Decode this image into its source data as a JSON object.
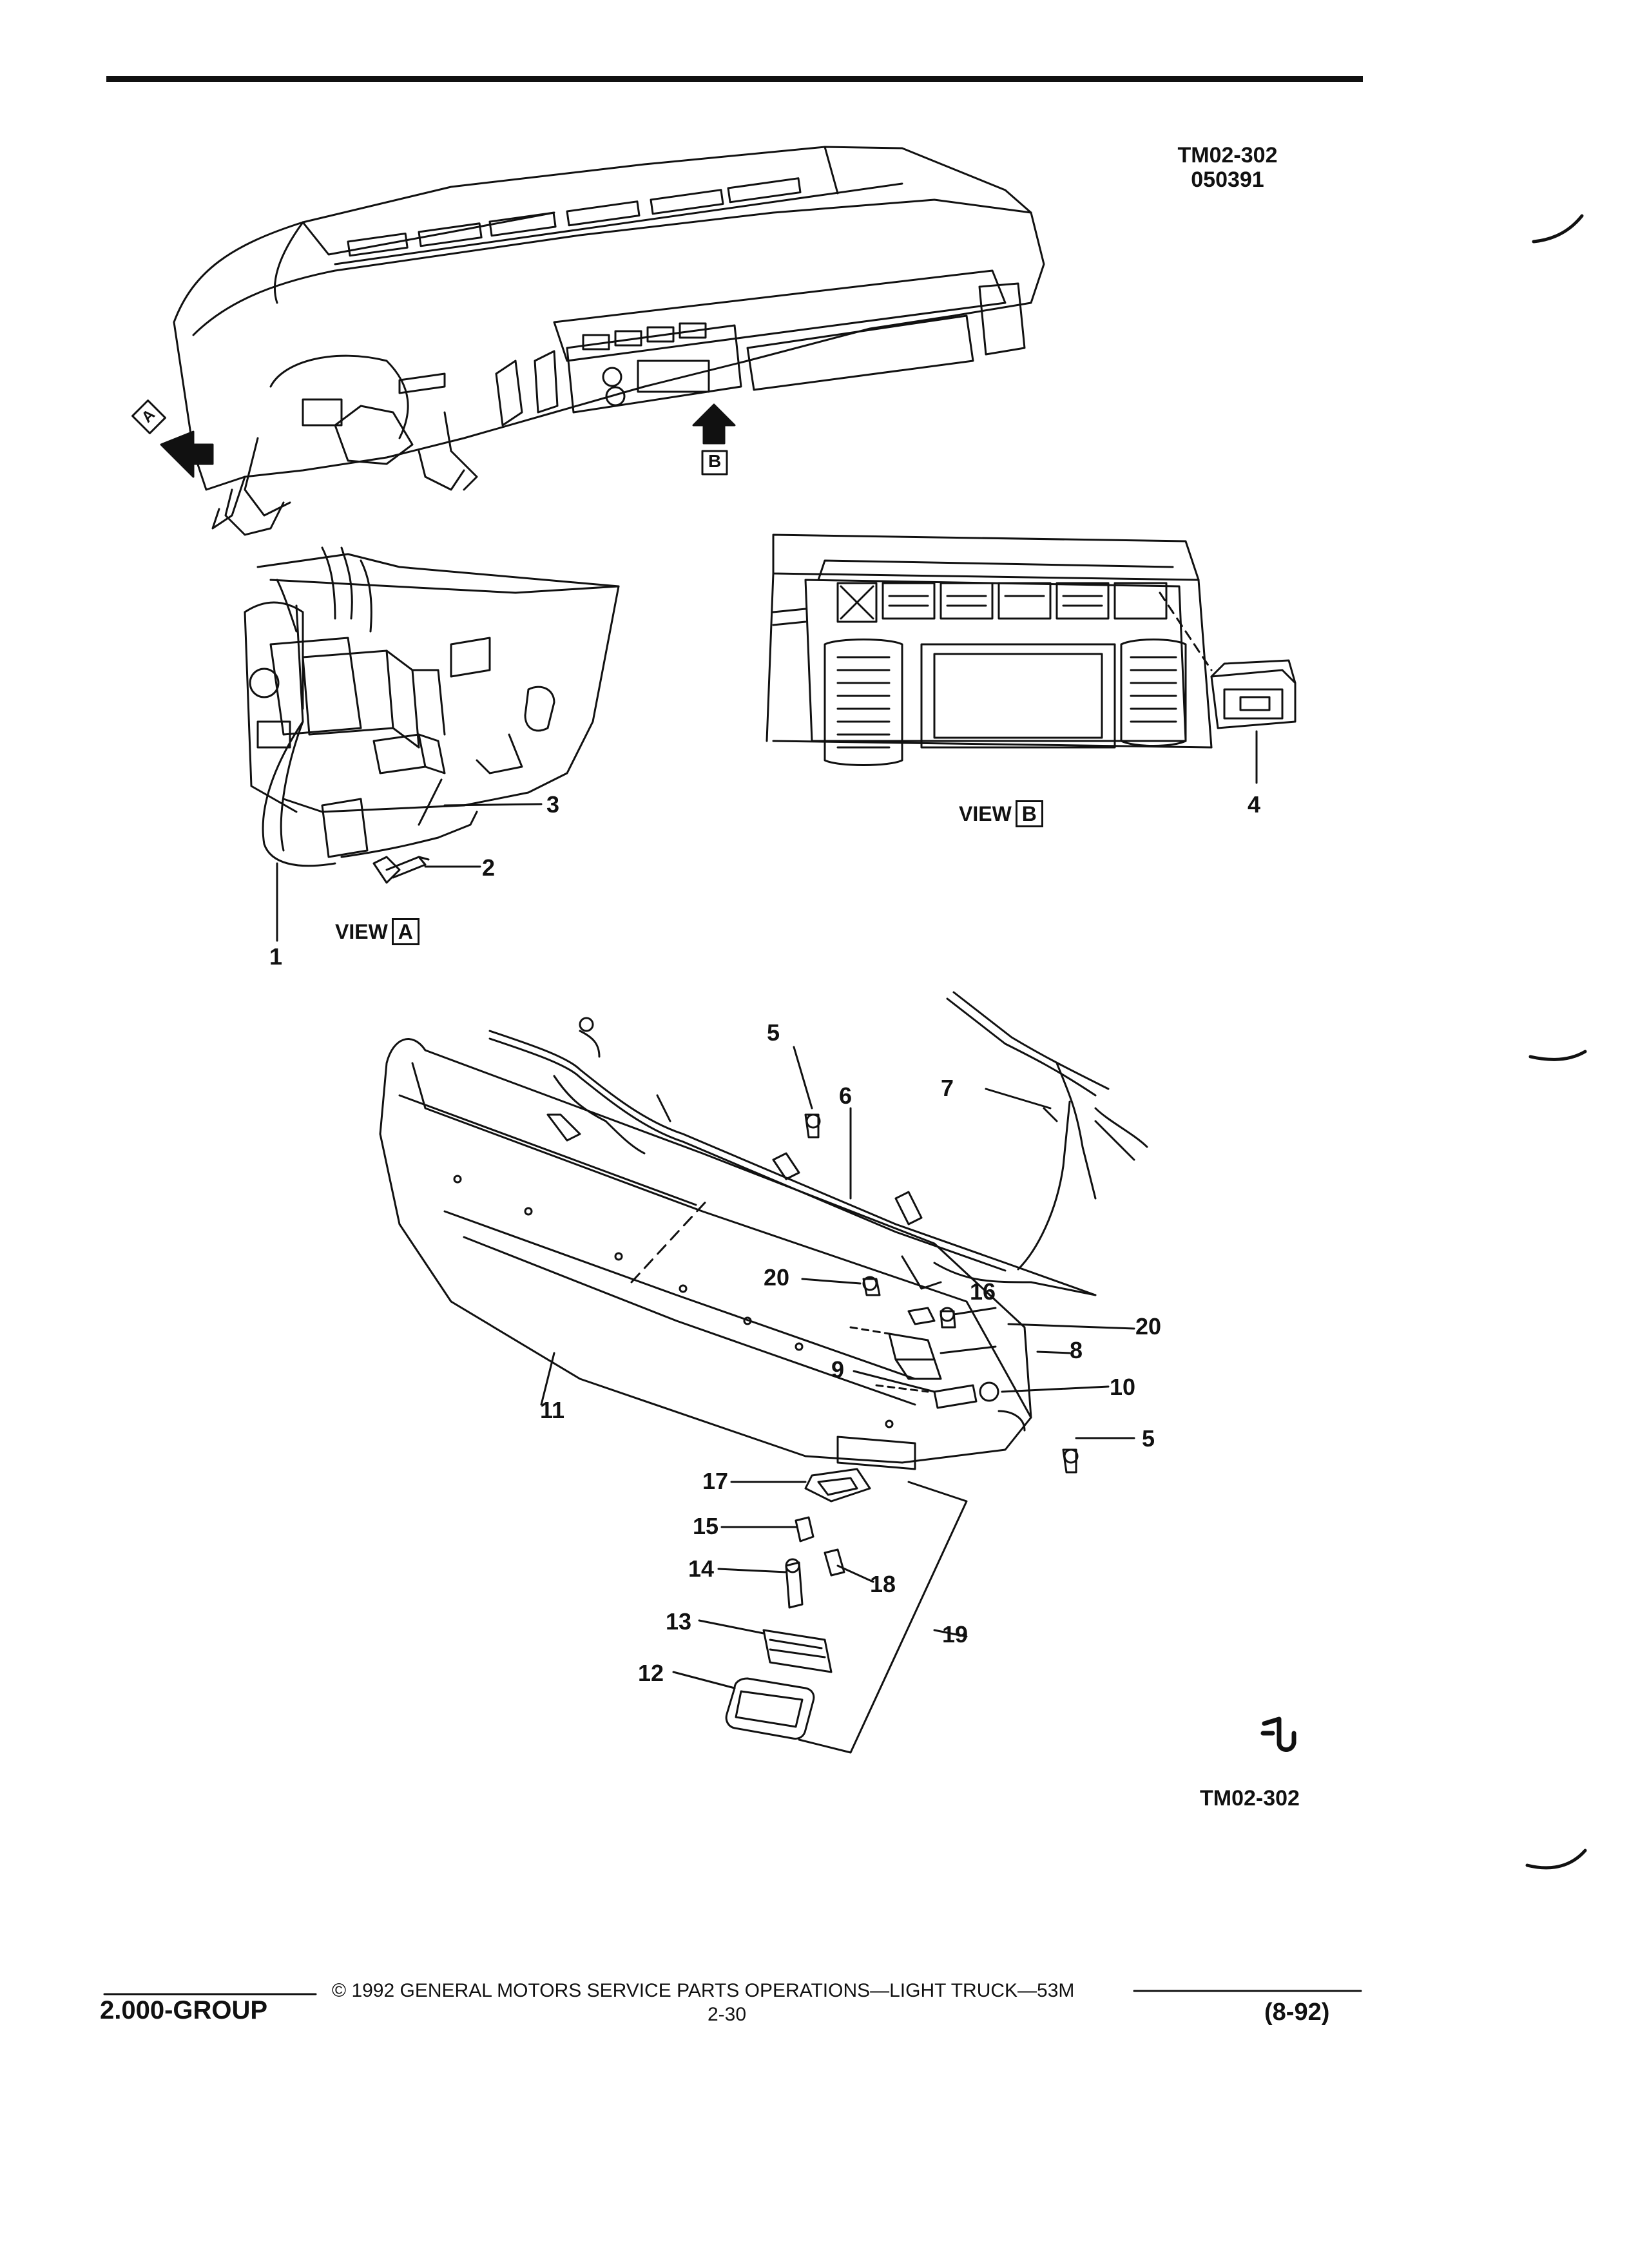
{
  "header": {
    "figure_code": "TM02-302",
    "figure_date": "050391"
  },
  "views": {
    "a_marker": "A",
    "b_marker": "B",
    "view_word": "VIEW",
    "view_a_letter": "A",
    "view_b_letter": "B"
  },
  "callouts": {
    "c1": "1",
    "c2": "2",
    "c3": "3",
    "c4": "4",
    "c5a": "5",
    "c5b": "5",
    "c6": "6",
    "c7": "7",
    "c8": "8",
    "c9": "9",
    "c10": "10",
    "c11": "11",
    "c12": "12",
    "c13": "13",
    "c14": "14",
    "c15": "15",
    "c16": "16",
    "c17": "17",
    "c18": "18",
    "c19": "19",
    "c20a": "20",
    "c20b": "20"
  },
  "bottom_code": "TM02-302",
  "footer": {
    "group": "2.000-GROUP",
    "copyright": "© 1992 GENERAL MOTORS SERVICE PARTS OPERATIONS—LIGHT TRUCK—53M",
    "page": "2-30",
    "revision": "(8-92)"
  }
}
